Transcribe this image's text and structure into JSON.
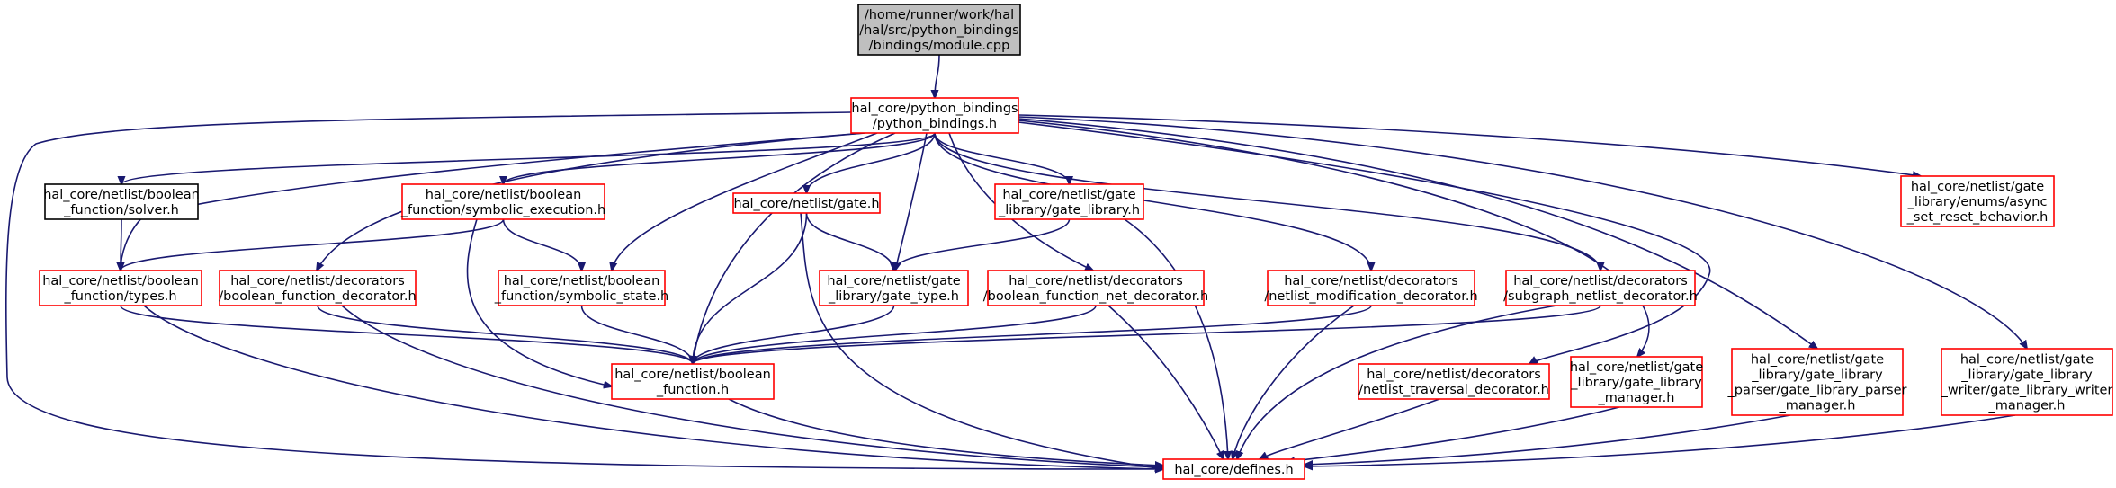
{
  "diagram": {
    "nodes": [
      {
        "id": "module",
        "lines": [
          "/home/runner/work/hal",
          "/hal/src/python_bindings",
          "/bindings/module.cpp"
        ],
        "style": "root"
      },
      {
        "id": "python_bindings",
        "lines": [
          "hal_core/python_bindings",
          "/python_bindings.h"
        ],
        "style": "red"
      },
      {
        "id": "solver",
        "lines": [
          "hal_core/netlist/boolean",
          "_function/solver.h"
        ],
        "style": "black"
      },
      {
        "id": "symbolic_execution",
        "lines": [
          "hal_core/netlist/boolean",
          "_function/symbolic_execution.h"
        ],
        "style": "red"
      },
      {
        "id": "gate",
        "lines": [
          "hal_core/netlist/gate.h"
        ],
        "style": "red"
      },
      {
        "id": "gate_library",
        "lines": [
          "hal_core/netlist/gate",
          "_library/gate_library.h"
        ],
        "style": "red"
      },
      {
        "id": "async_set_reset",
        "lines": [
          "hal_core/netlist/gate",
          "_library/enums/async",
          "_set_reset_behavior.h"
        ],
        "style": "red"
      },
      {
        "id": "types",
        "lines": [
          "hal_core/netlist/boolean",
          "_function/types.h"
        ],
        "style": "red"
      },
      {
        "id": "bf_decorator",
        "lines": [
          "hal_core/netlist/decorators",
          "/boolean_function_decorator.h"
        ],
        "style": "red"
      },
      {
        "id": "symbolic_state",
        "lines": [
          "hal_core/netlist/boolean",
          "_function/symbolic_state.h"
        ],
        "style": "red"
      },
      {
        "id": "gate_type",
        "lines": [
          "hal_core/netlist/gate",
          "_library/gate_type.h"
        ],
        "style": "red"
      },
      {
        "id": "bf_net_decorator",
        "lines": [
          "hal_core/netlist/decorators",
          "/boolean_function_net_decorator.h"
        ],
        "style": "red"
      },
      {
        "id": "netlist_mod_decorator",
        "lines": [
          "hal_core/netlist/decorators",
          "/netlist_modification_decorator.h"
        ],
        "style": "red"
      },
      {
        "id": "subgraph_decorator",
        "lines": [
          "hal_core/netlist/decorators",
          "/subgraph_netlist_decorator.h"
        ],
        "style": "red"
      },
      {
        "id": "boolean_function",
        "lines": [
          "hal_core/netlist/boolean",
          "_function.h"
        ],
        "style": "red"
      },
      {
        "id": "traversal_decorator",
        "lines": [
          "hal_core/netlist/decorators",
          "/netlist_traversal_decorator.h"
        ],
        "style": "red"
      },
      {
        "id": "gate_library_manager",
        "lines": [
          "hal_core/netlist/gate",
          "_library/gate_library",
          "_manager.h"
        ],
        "style": "red"
      },
      {
        "id": "parser_manager",
        "lines": [
          "hal_core/netlist/gate",
          "_library/gate_library",
          "_parser/gate_library_parser",
          "_manager.h"
        ],
        "style": "red"
      },
      {
        "id": "writer_manager",
        "lines": [
          "hal_core/netlist/gate",
          "_library/gate_library",
          "_writer/gate_library_writer",
          "_manager.h"
        ],
        "style": "red"
      },
      {
        "id": "defines",
        "lines": [
          "hal_core/defines.h"
        ],
        "style": "red"
      }
    ],
    "edges": [
      [
        "module",
        "python_bindings"
      ],
      [
        "python_bindings",
        "defines"
      ],
      [
        "python_bindings",
        "solver"
      ],
      [
        "python_bindings",
        "types"
      ],
      [
        "python_bindings",
        "bf_decorator"
      ],
      [
        "python_bindings",
        "symbolic_execution"
      ],
      [
        "python_bindings",
        "symbolic_state"
      ],
      [
        "python_bindings",
        "boolean_function"
      ],
      [
        "python_bindings",
        "gate"
      ],
      [
        "python_bindings",
        "gate_type"
      ],
      [
        "python_bindings",
        "bf_net_decorator"
      ],
      [
        "python_bindings",
        "gate_library"
      ],
      [
        "python_bindings",
        "netlist_mod_decorator"
      ],
      [
        "python_bindings",
        "subgraph_decorator"
      ],
      [
        "python_bindings",
        "traversal_decorator"
      ],
      [
        "python_bindings",
        "gate_library_manager"
      ],
      [
        "python_bindings",
        "parser_manager"
      ],
      [
        "python_bindings",
        "writer_manager"
      ],
      [
        "python_bindings",
        "async_set_reset"
      ],
      [
        "solver",
        "types"
      ],
      [
        "symbolic_execution",
        "types"
      ],
      [
        "symbolic_execution",
        "symbolic_state"
      ],
      [
        "symbolic_execution",
        "boolean_function"
      ],
      [
        "gate",
        "gate_type"
      ],
      [
        "gate",
        "boolean_function"
      ],
      [
        "gate",
        "defines"
      ],
      [
        "gate_library",
        "gate_type"
      ],
      [
        "gate_library",
        "defines"
      ],
      [
        "types",
        "boolean_function"
      ],
      [
        "types",
        "defines"
      ],
      [
        "bf_decorator",
        "boolean_function"
      ],
      [
        "bf_decorator",
        "defines"
      ],
      [
        "symbolic_state",
        "boolean_function"
      ],
      [
        "gate_type",
        "boolean_function"
      ],
      [
        "bf_net_decorator",
        "boolean_function"
      ],
      [
        "bf_net_decorator",
        "defines"
      ],
      [
        "netlist_mod_decorator",
        "boolean_function"
      ],
      [
        "netlist_mod_decorator",
        "defines"
      ],
      [
        "subgraph_decorator",
        "boolean_function"
      ],
      [
        "subgraph_decorator",
        "defines"
      ],
      [
        "boolean_function",
        "defines"
      ],
      [
        "traversal_decorator",
        "defines"
      ],
      [
        "gate_library_manager",
        "defines"
      ],
      [
        "parser_manager",
        "defines"
      ],
      [
        "writer_manager",
        "defines"
      ]
    ]
  }
}
